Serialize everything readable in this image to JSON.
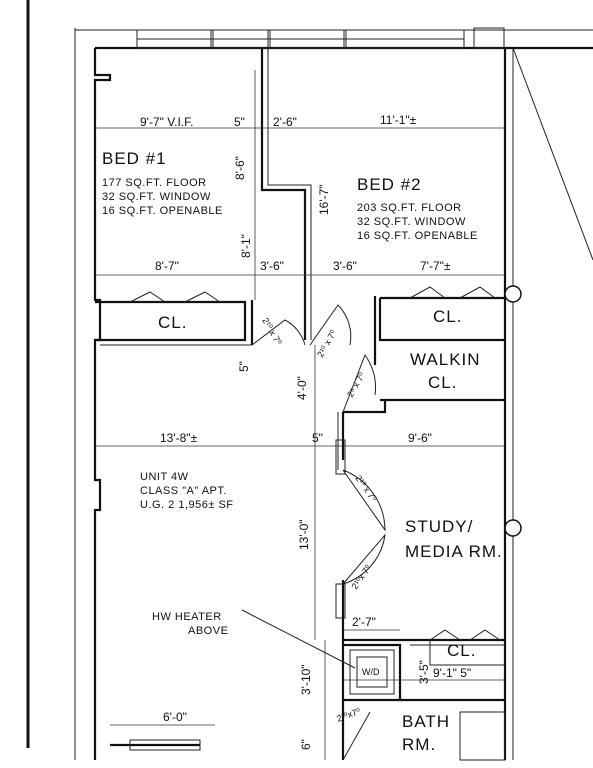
{
  "rooms": {
    "bed1": {
      "name": "BED #1",
      "floor": "177 SQ.FT. FLOOR",
      "window": "32 SQ.FT. WINDOW",
      "openable": "16 SQ.FT. OPENABLE"
    },
    "bed2": {
      "name": "BED #2",
      "floor": "203 SQ.FT. FLOOR",
      "window": "32 SQ.FT. WINDOW",
      "openable": "16 SQ.FT. OPENABLE"
    },
    "closet_left": "CL.",
    "closet_right": "CL.",
    "walkin_line1": "WALKIN",
    "walkin_line2": "CL.",
    "study_line1": "STUDY/",
    "study_line2": "MEDIA RM.",
    "closet_small": "CL.",
    "bath_line1": "BATH",
    "bath_line2": "RM."
  },
  "unit": {
    "line1": "UNIT 4W",
    "line2": "CLASS \"A\" APT.",
    "line3": "U.G. 2 1,956± SF"
  },
  "heater": {
    "line1": "HW HEATER",
    "line2": "ABOVE"
  },
  "wd_label": "W/D",
  "dimensions": {
    "top_left": "9'-7\" V.I.F.",
    "top_5": "5\"",
    "top_mid": "2'-6\"",
    "top_right": "11'-1\"±",
    "bed1_vert": "8'-6\"",
    "bed1_vert2": "8'-1\"",
    "hall_vert": "16'-7\"",
    "row2_a": "8'-7\"",
    "row2_b": "3'-6\"",
    "row2_c": "3'-6\"",
    "row2_d": "7'-7\"±",
    "cl_5": "5\"",
    "hall_4": "4'-0\"",
    "row3_a": "13'-8\"±",
    "row3_5": "5\"",
    "row3_b": "9'-6\"",
    "long_vert": "13'-0\"",
    "cl_width": "2'-7\"",
    "cl_vert": "3'-5\"",
    "row4_b": "9'-1\" 5\"",
    "vert_310": "3'-10\"",
    "bottom_a": "6'-0\"",
    "bottom_6": "6\""
  },
  "doors": {
    "d1": "2¹⁰ x 7⁰",
    "d2": "2¹⁰ x 7⁰",
    "d3": "2⁸ x 7⁰",
    "d4": "2¹⁰ x 7⁰",
    "d5": "2¹⁰x 7⁰",
    "d6": "2¹⁰x7⁰"
  }
}
